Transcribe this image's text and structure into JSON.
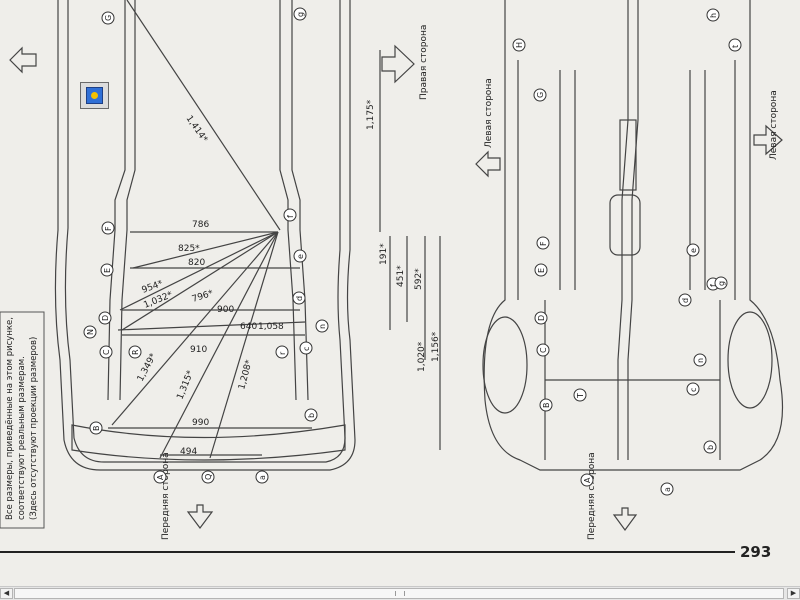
{
  "page_number": "293",
  "side_labels": {
    "right_side": "Правая сторона",
    "left_side": "Левая сторона",
    "front_side_a": "Передняя сторона",
    "front_side_b": "Передняя сторона",
    "left_side_b": "Левая сторона"
  },
  "note": [
    "Все размеры, приведённые на этом рисунке,",
    "соответствуют реальным размерам.",
    "(Здесь отсутствуют проекции размеров)"
  ],
  "dimensions": [
    "786",
    "825*",
    "820",
    "954*",
    "1,032*",
    "796*",
    "900",
    "640",
    "1,058",
    "910",
    "1,349*",
    "1,315*",
    "1,208*",
    "990",
    "494",
    "1,414*",
    "1,175*",
    "191*",
    "451*",
    "592*",
    "1,020*",
    "1,156*"
  ],
  "points_left": [
    "A",
    "B",
    "C",
    "D",
    "E",
    "F",
    "G",
    "N",
    "R",
    "Q",
    "a",
    "b",
    "c",
    "d",
    "e",
    "f",
    "g",
    "n",
    "r"
  ],
  "points_right": [
    "A",
    "B",
    "C",
    "D",
    "E",
    "F",
    "G",
    "H",
    "T",
    "a",
    "b",
    "c",
    "d",
    "e",
    "f",
    "g",
    "h",
    "t",
    "n"
  ],
  "icons": {
    "zoom_tool": "zoom-tool-icon"
  }
}
